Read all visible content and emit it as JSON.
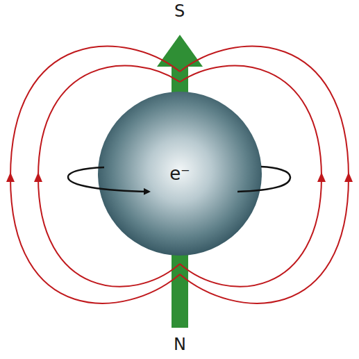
{
  "diagram": {
    "nodes": [
      {
        "text": [
          "e⁻"
        ]
      }
    ],
    "labels": [
      "S",
      "N"
    ]
  }
}
